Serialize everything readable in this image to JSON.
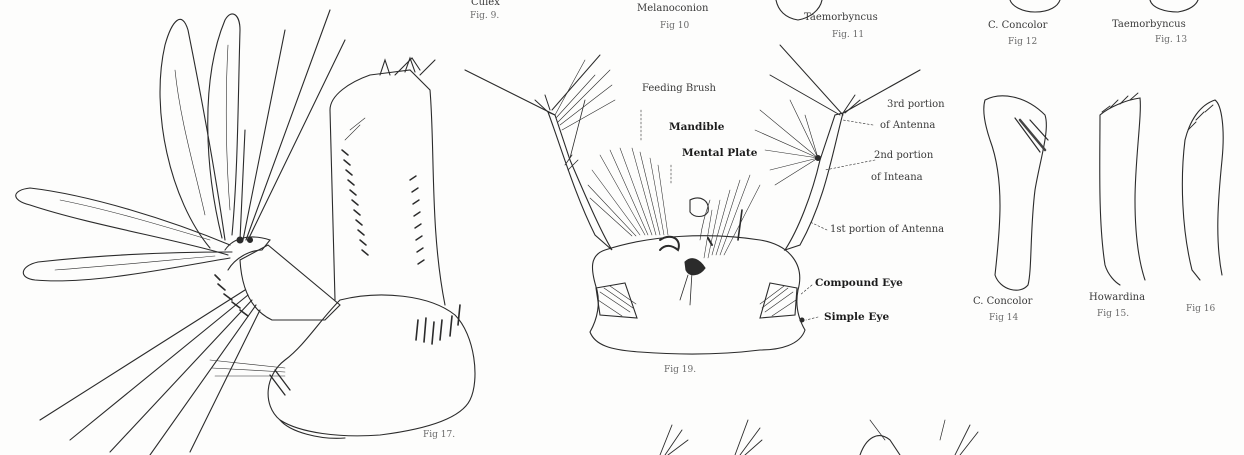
{
  "colors": {
    "ink": "#2b2b2b",
    "paper": "#fdfdfc",
    "shade": "#555555"
  },
  "top_labels": {
    "culex": "Culex",
    "fig9": "Fig. 9.",
    "melanoconion": "Melanoconion",
    "fig10": "Fig 10",
    "taeniorhynchus_a": "Taemorbyncus",
    "fig11": "Fig. 11",
    "c_concolor_a": "C. Concolor",
    "fig12": "Fig 12",
    "taeniorhynchus_b": "Taemorbyncus",
    "fig13": "Fig. 13"
  },
  "head_labels": {
    "feeding_brush": "Feeding Brush",
    "mandible": "Mandible",
    "mental_plate": "Mental Plate",
    "third_portion_a": "3rd portion",
    "third_portion_b": "of Antenna",
    "second_portion_a": "2nd portion",
    "second_portion_b": "of Inteana",
    "first_portion": "1st portion of Antenna",
    "compound_eye": "Compound Eye",
    "simple_eye": "Simple Eye",
    "fig19": "Fig 19."
  },
  "right_labels": {
    "c_concolor_b": "C. Concolor",
    "fig14": "Fig 14",
    "howardina": "Howardina",
    "fig15": "Fig 15.",
    "fig16": "Fig 16"
  },
  "left_labels": {
    "fig17": "Fig 17."
  }
}
